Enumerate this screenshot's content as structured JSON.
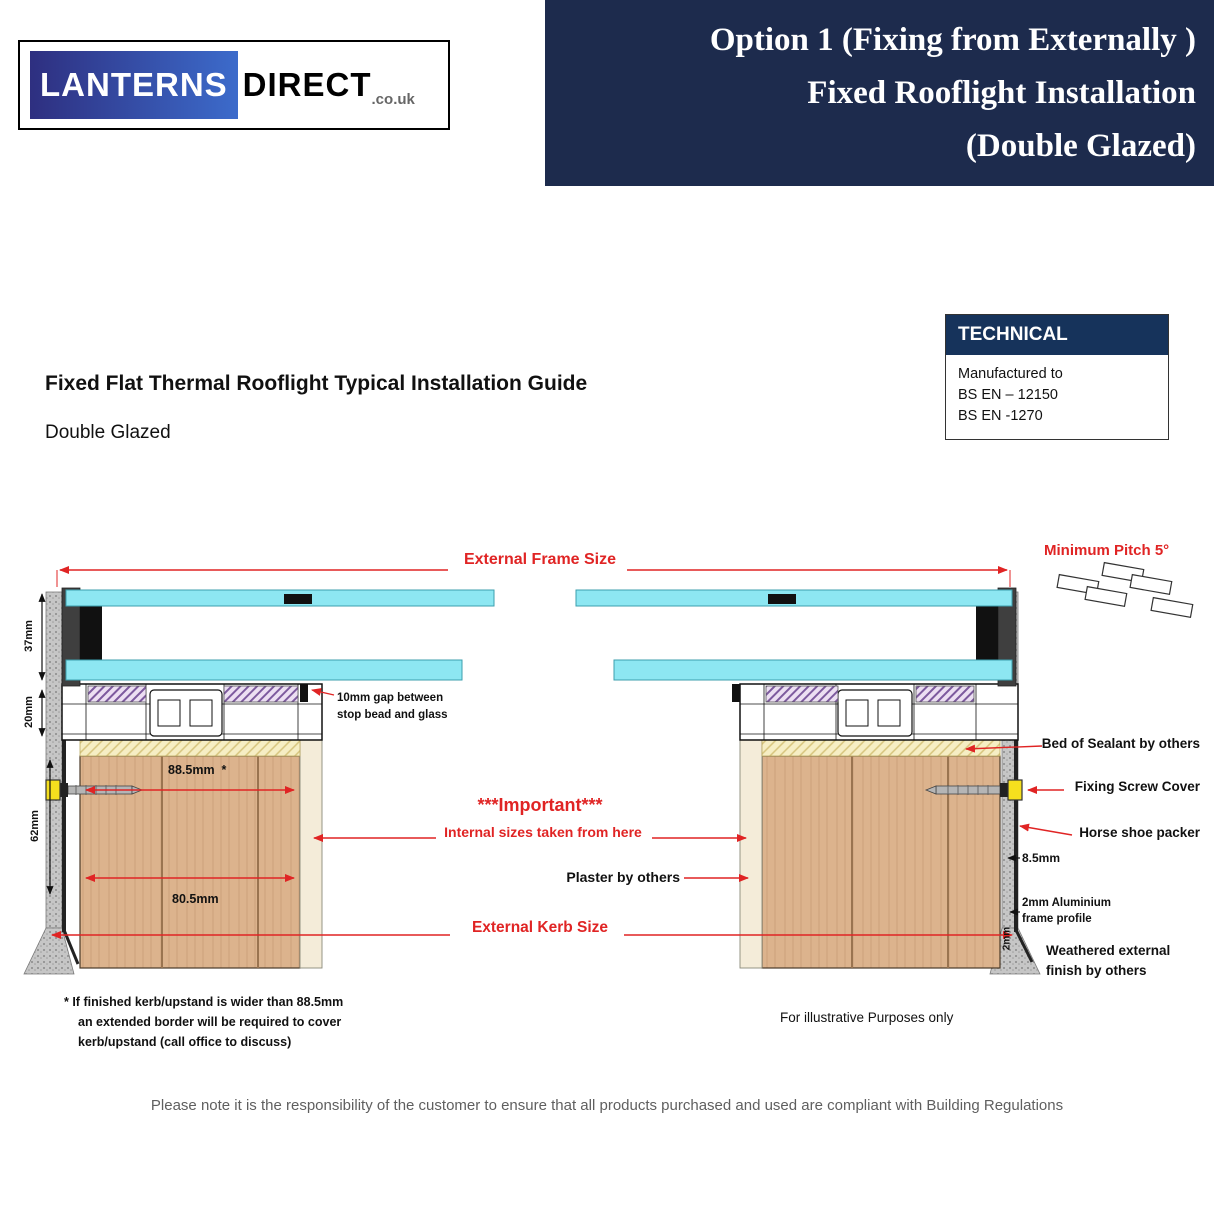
{
  "colors": {
    "banner_bg": "#1d2b4d",
    "tech_header_bg": "#16335b",
    "accent_red": "#e02424",
    "glass_cyan": "#8de7f2",
    "wood": "#dcb38d",
    "sealant": "#f3e9c2",
    "logo_gradient_start": "#2e2f80",
    "logo_gradient_end": "#3c6bcb"
  },
  "logo": {
    "name1": "LANTERNS",
    "name2": "DIRECT",
    "suffix": ".co.uk"
  },
  "banner": {
    "line1": "Option 1 (Fixing from Externally )",
    "line2": "Fixed Rooflight Installation",
    "line3": "(Double Glazed)"
  },
  "titles": {
    "main": "Fixed Flat Thermal Rooflight Typical Installation Guide",
    "sub": "Double Glazed"
  },
  "technical": {
    "header": "TECHNICAL",
    "lines": [
      "Manufactured to",
      "BS EN – 12150",
      "BS EN -1270"
    ]
  },
  "labels": {
    "external_frame_size": "External Frame Size",
    "minimum_pitch": "Minimum Pitch 5°",
    "dim37": "37mm",
    "dim20": "20mm",
    "dim62": "62mm",
    "dim885": "88.5mm  *",
    "dim805": "80.5mm",
    "gap1": "10mm gap between",
    "gap2": "stop bead and glass",
    "important": "***Important***",
    "internal_sizes": "Internal sizes taken from here",
    "plaster": "Plaster by others",
    "external_kerb_size": "External Kerb Size",
    "bed_sealant": "Bed of Sealant by others",
    "screw_cover": "Fixing Screw Cover",
    "horse_shoe": "Horse shoe packer",
    "dim85": "8.5mm",
    "alu1": "2mm Aluminium",
    "alu2": "frame profile",
    "weathered1": "Weathered external",
    "weathered2": "finish by others",
    "dim2": "2mm",
    "foot1": "* If finished kerb/upstand is wider than 88.5mm",
    "foot2": "an extended border will be required to cover",
    "foot3": "kerb/upstand (call office to discuss)",
    "illustrative": "For illustrative Purposes only"
  },
  "footer": {
    "note": "Please note it is the responsibility of the customer to ensure that all products purchased and used are compliant with Building Regulations"
  }
}
